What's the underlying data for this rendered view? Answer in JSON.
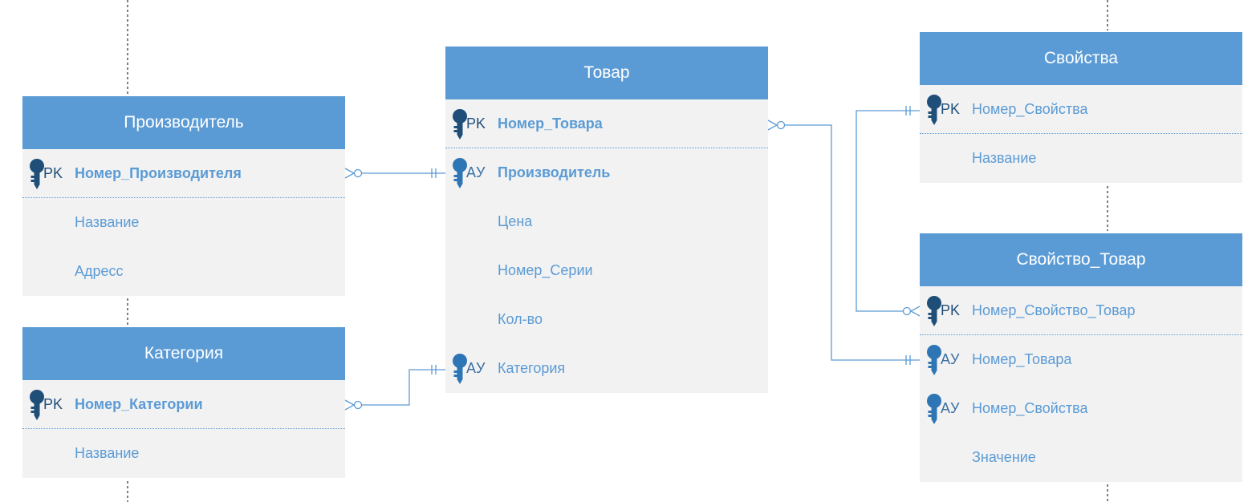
{
  "colors": {
    "header_fill": "#5b9bd5",
    "body_fill": "#f2f2f2",
    "attribute_text": "#5b9bd5",
    "primary_key_icon": "#1f4e79",
    "foreign_key_icon": "#2e75b6",
    "connector_line": "#5b9bd5"
  },
  "entities": {
    "manufacturer": {
      "title": "Производитель",
      "rows": [
        {
          "key": "PK",
          "name": "Номер_Производителя",
          "bold": true
        },
        {
          "key": "",
          "name": "Название",
          "bold": false
        },
        {
          "key": "",
          "name": "Адресс",
          "bold": false
        }
      ]
    },
    "category": {
      "title": "Категория",
      "rows": [
        {
          "key": "PK",
          "name": "Номер_Категории",
          "bold": true
        },
        {
          "key": "",
          "name": "Название",
          "bold": false
        }
      ]
    },
    "product": {
      "title": "Товар",
      "rows": [
        {
          "key": "PK",
          "name": "Номер_Товара",
          "bold": true
        },
        {
          "key": "AУ",
          "name": "Производитель",
          "bold": true
        },
        {
          "key": "",
          "name": "Цена",
          "bold": false
        },
        {
          "key": "",
          "name": "Номер_Серии",
          "bold": false
        },
        {
          "key": "",
          "name": "Кол-во",
          "bold": false
        },
        {
          "key": "AУ",
          "name": "Категория",
          "bold": false
        }
      ]
    },
    "properties": {
      "title": "Свойства",
      "rows": [
        {
          "key": "PK",
          "name": "Номер_Свойства",
          "bold": false
        },
        {
          "key": "",
          "name": "Название",
          "bold": false
        }
      ]
    },
    "property_product": {
      "title": "Свойство_Товар",
      "rows": [
        {
          "key": "PK",
          "name": "Номер_Свойство_Товар",
          "bold": false
        },
        {
          "key": "AУ",
          "name": "Номер_Товара",
          "bold": false
        },
        {
          "key": "AУ",
          "name": "Номер_Свойства",
          "bold": false
        },
        {
          "key": "",
          "name": "Значение",
          "bold": false
        }
      ]
    }
  },
  "relationships": [
    {
      "from": "product.Производитель",
      "to": "manufacturer.Номер_Производителя",
      "from_end": "one",
      "to_end": "zero-or-many"
    },
    {
      "from": "product.Категория",
      "to": "category.Номер_Категории",
      "from_end": "one",
      "to_end": "zero-or-many"
    },
    {
      "from": "property_product.Номер_Товара",
      "to": "product.Номер_Товара",
      "from_end": "one",
      "to_end": "zero-or-many"
    },
    {
      "from": "properties.Номер_Свойства",
      "to": "property_product.Номер_Свойство_Товар",
      "from_end": "one",
      "to_end": "zero-or-many"
    }
  ]
}
